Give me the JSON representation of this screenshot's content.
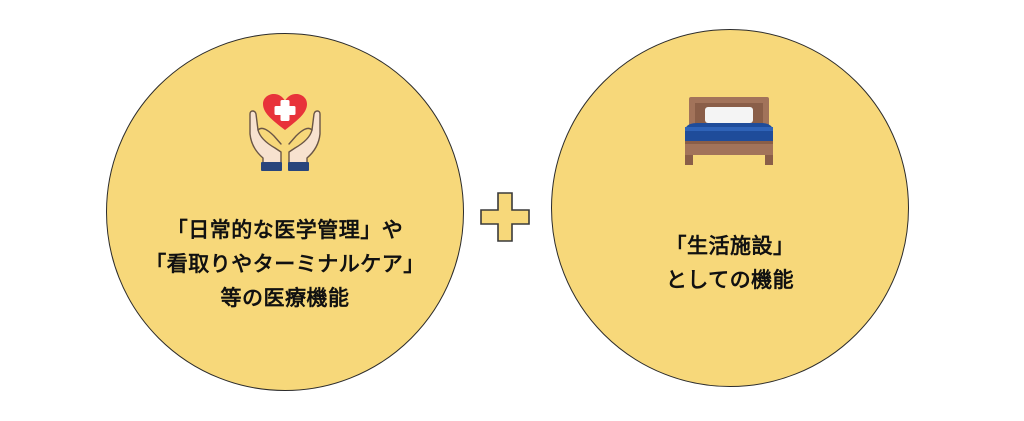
{
  "left": {
    "line1": "「日常的な医学管理」や",
    "line2": "「看取りやターミナルケア」",
    "line3": "等の医療機能",
    "icon": "caring-hands-heart-icon"
  },
  "right": {
    "line1": "「生活施設」",
    "line2": "としての機能",
    "icon": "bed-icon"
  },
  "connector": {
    "icon": "plus-icon"
  },
  "colors": {
    "circle_fill": "#f7d87a",
    "plus_fill": "#f7d87a",
    "heart": "#e8333a",
    "hand": "#f7e2cf",
    "cuff": "#28457c",
    "bed_wood": "#a2735a",
    "bed_blanket": "#1f4c9a"
  }
}
